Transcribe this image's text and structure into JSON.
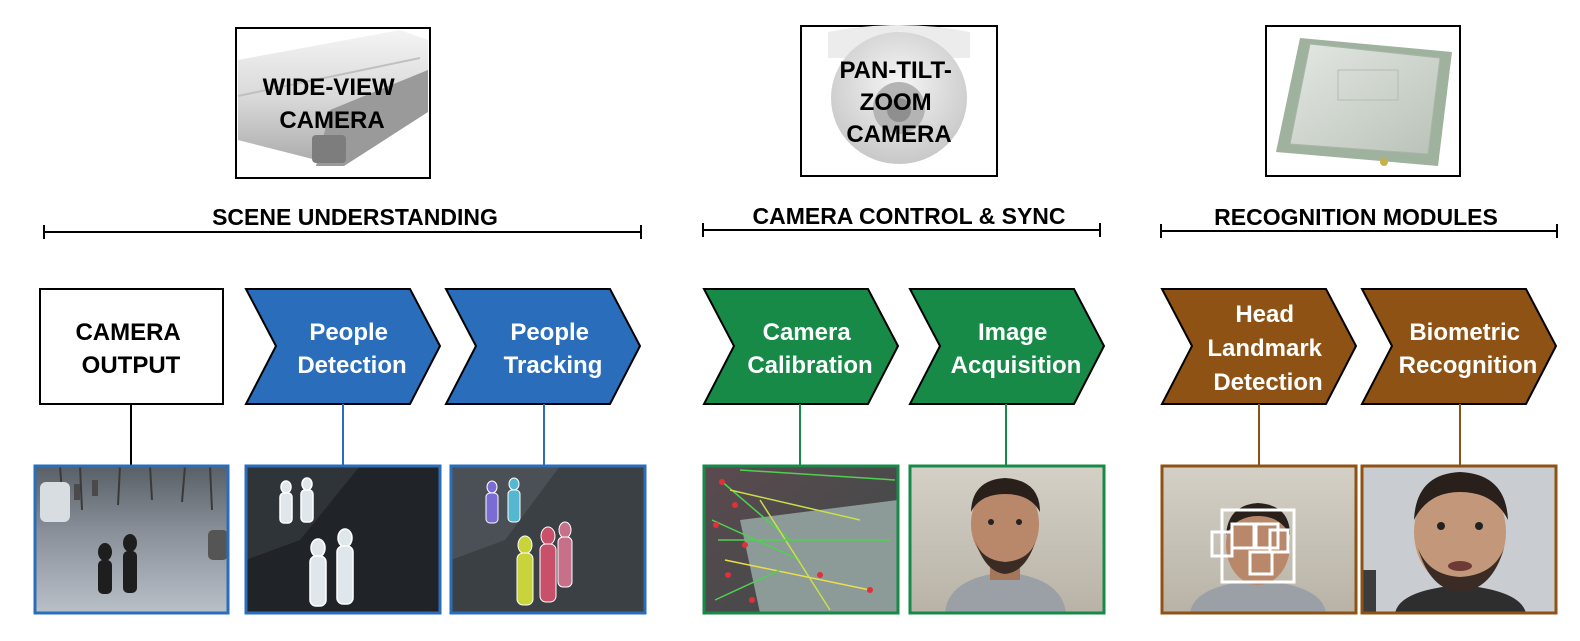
{
  "devices": {
    "wide_view": {
      "lines": [
        "WIDE-VIEW",
        "CAMERA"
      ]
    },
    "ptz": {
      "lines": [
        "PAN-TILT-",
        "ZOOM",
        "CAMERA"
      ]
    },
    "processor": {
      "icon": "cpu-chip-icon"
    }
  },
  "groups": {
    "scene": {
      "label": "SCENE UNDERSTANDING"
    },
    "control": {
      "label": "CAMERA CONTROL & SYNC"
    },
    "recognition": {
      "label": "RECOGNITION MODULES"
    }
  },
  "stages": {
    "camera_output": {
      "lines": [
        "CAMERA",
        "OUTPUT"
      ]
    },
    "people_detection": {
      "lines": [
        "People",
        "Detection"
      ]
    },
    "people_tracking": {
      "lines": [
        "People",
        "Tracking"
      ]
    },
    "camera_calibration": {
      "lines": [
        "Camera",
        "Calibration"
      ]
    },
    "image_acquisition": {
      "lines": [
        "Image",
        "Acquisition"
      ]
    },
    "head_landmark": {
      "lines": [
        "Head",
        "Landmark",
        "Detection"
      ]
    },
    "biometric": {
      "lines": [
        "Biometric",
        "Recognition"
      ]
    }
  },
  "colors": {
    "blue": "#2a6ebb",
    "green": "#178a48",
    "brown": "#8e5214"
  }
}
